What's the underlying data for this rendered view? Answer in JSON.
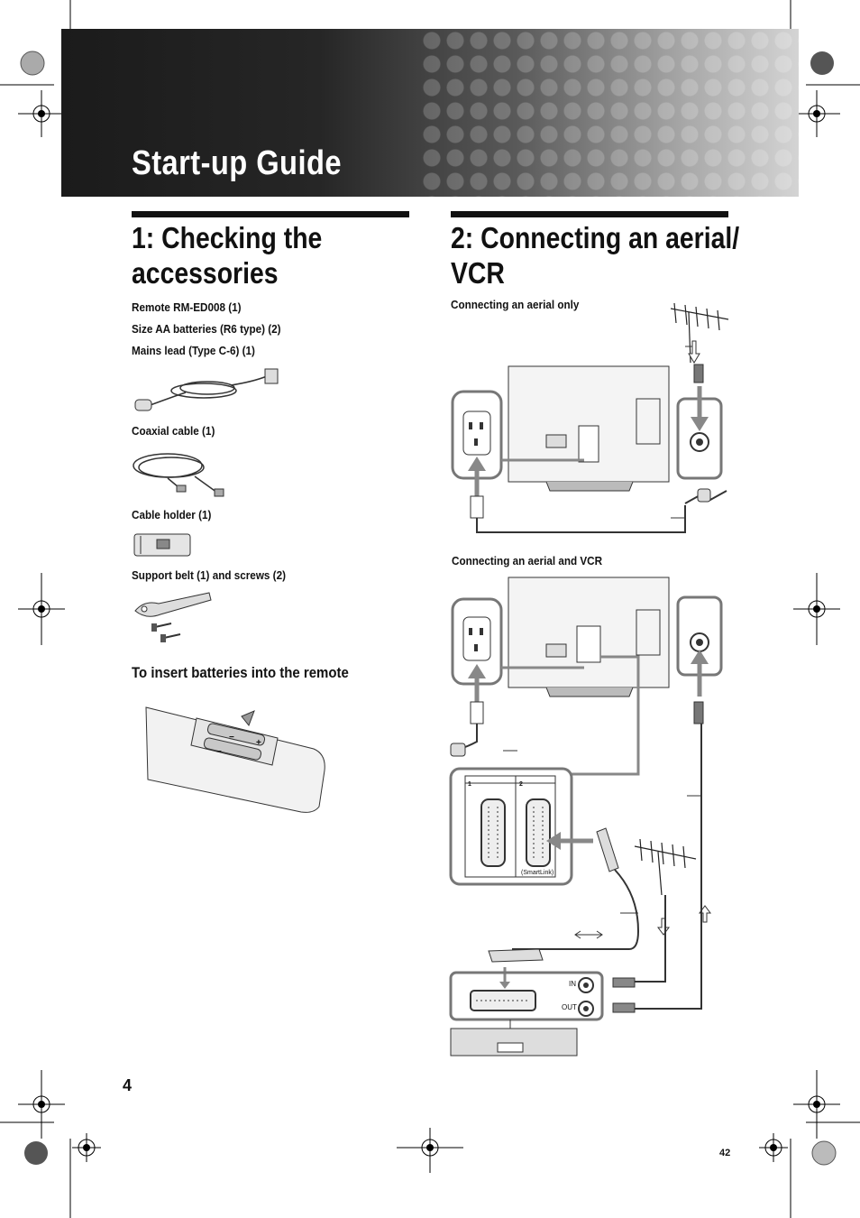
{
  "header": {
    "title": "Start-up Guide"
  },
  "section1": {
    "title_line1": "1: Checking the",
    "title_line2": "accessories",
    "items": [
      "Remote RM-ED008 (1)",
      "Size AA batteries (R6 type) (2)",
      "Mains lead (Type C-6) (1)",
      "Coaxial cable (1)",
      "Cable holder (1)",
      "Support belt (1) and screws (2)"
    ],
    "batteries_heading": "To insert batteries into the remote"
  },
  "section2": {
    "title_line1": "2: Connecting an aerial/",
    "title_line2": "VCR",
    "caption_aerial_only": "Connecting an aerial only",
    "caption_aerial_vcr": "Connecting an aerial and VCR",
    "scart_label_1": "1",
    "scart_label_2": "2",
    "smartlink_label": "(SmartLink)",
    "vcr_in": "IN",
    "vcr_out": "OUT"
  },
  "footer": {
    "page_number": "4",
    "folio": "42"
  }
}
